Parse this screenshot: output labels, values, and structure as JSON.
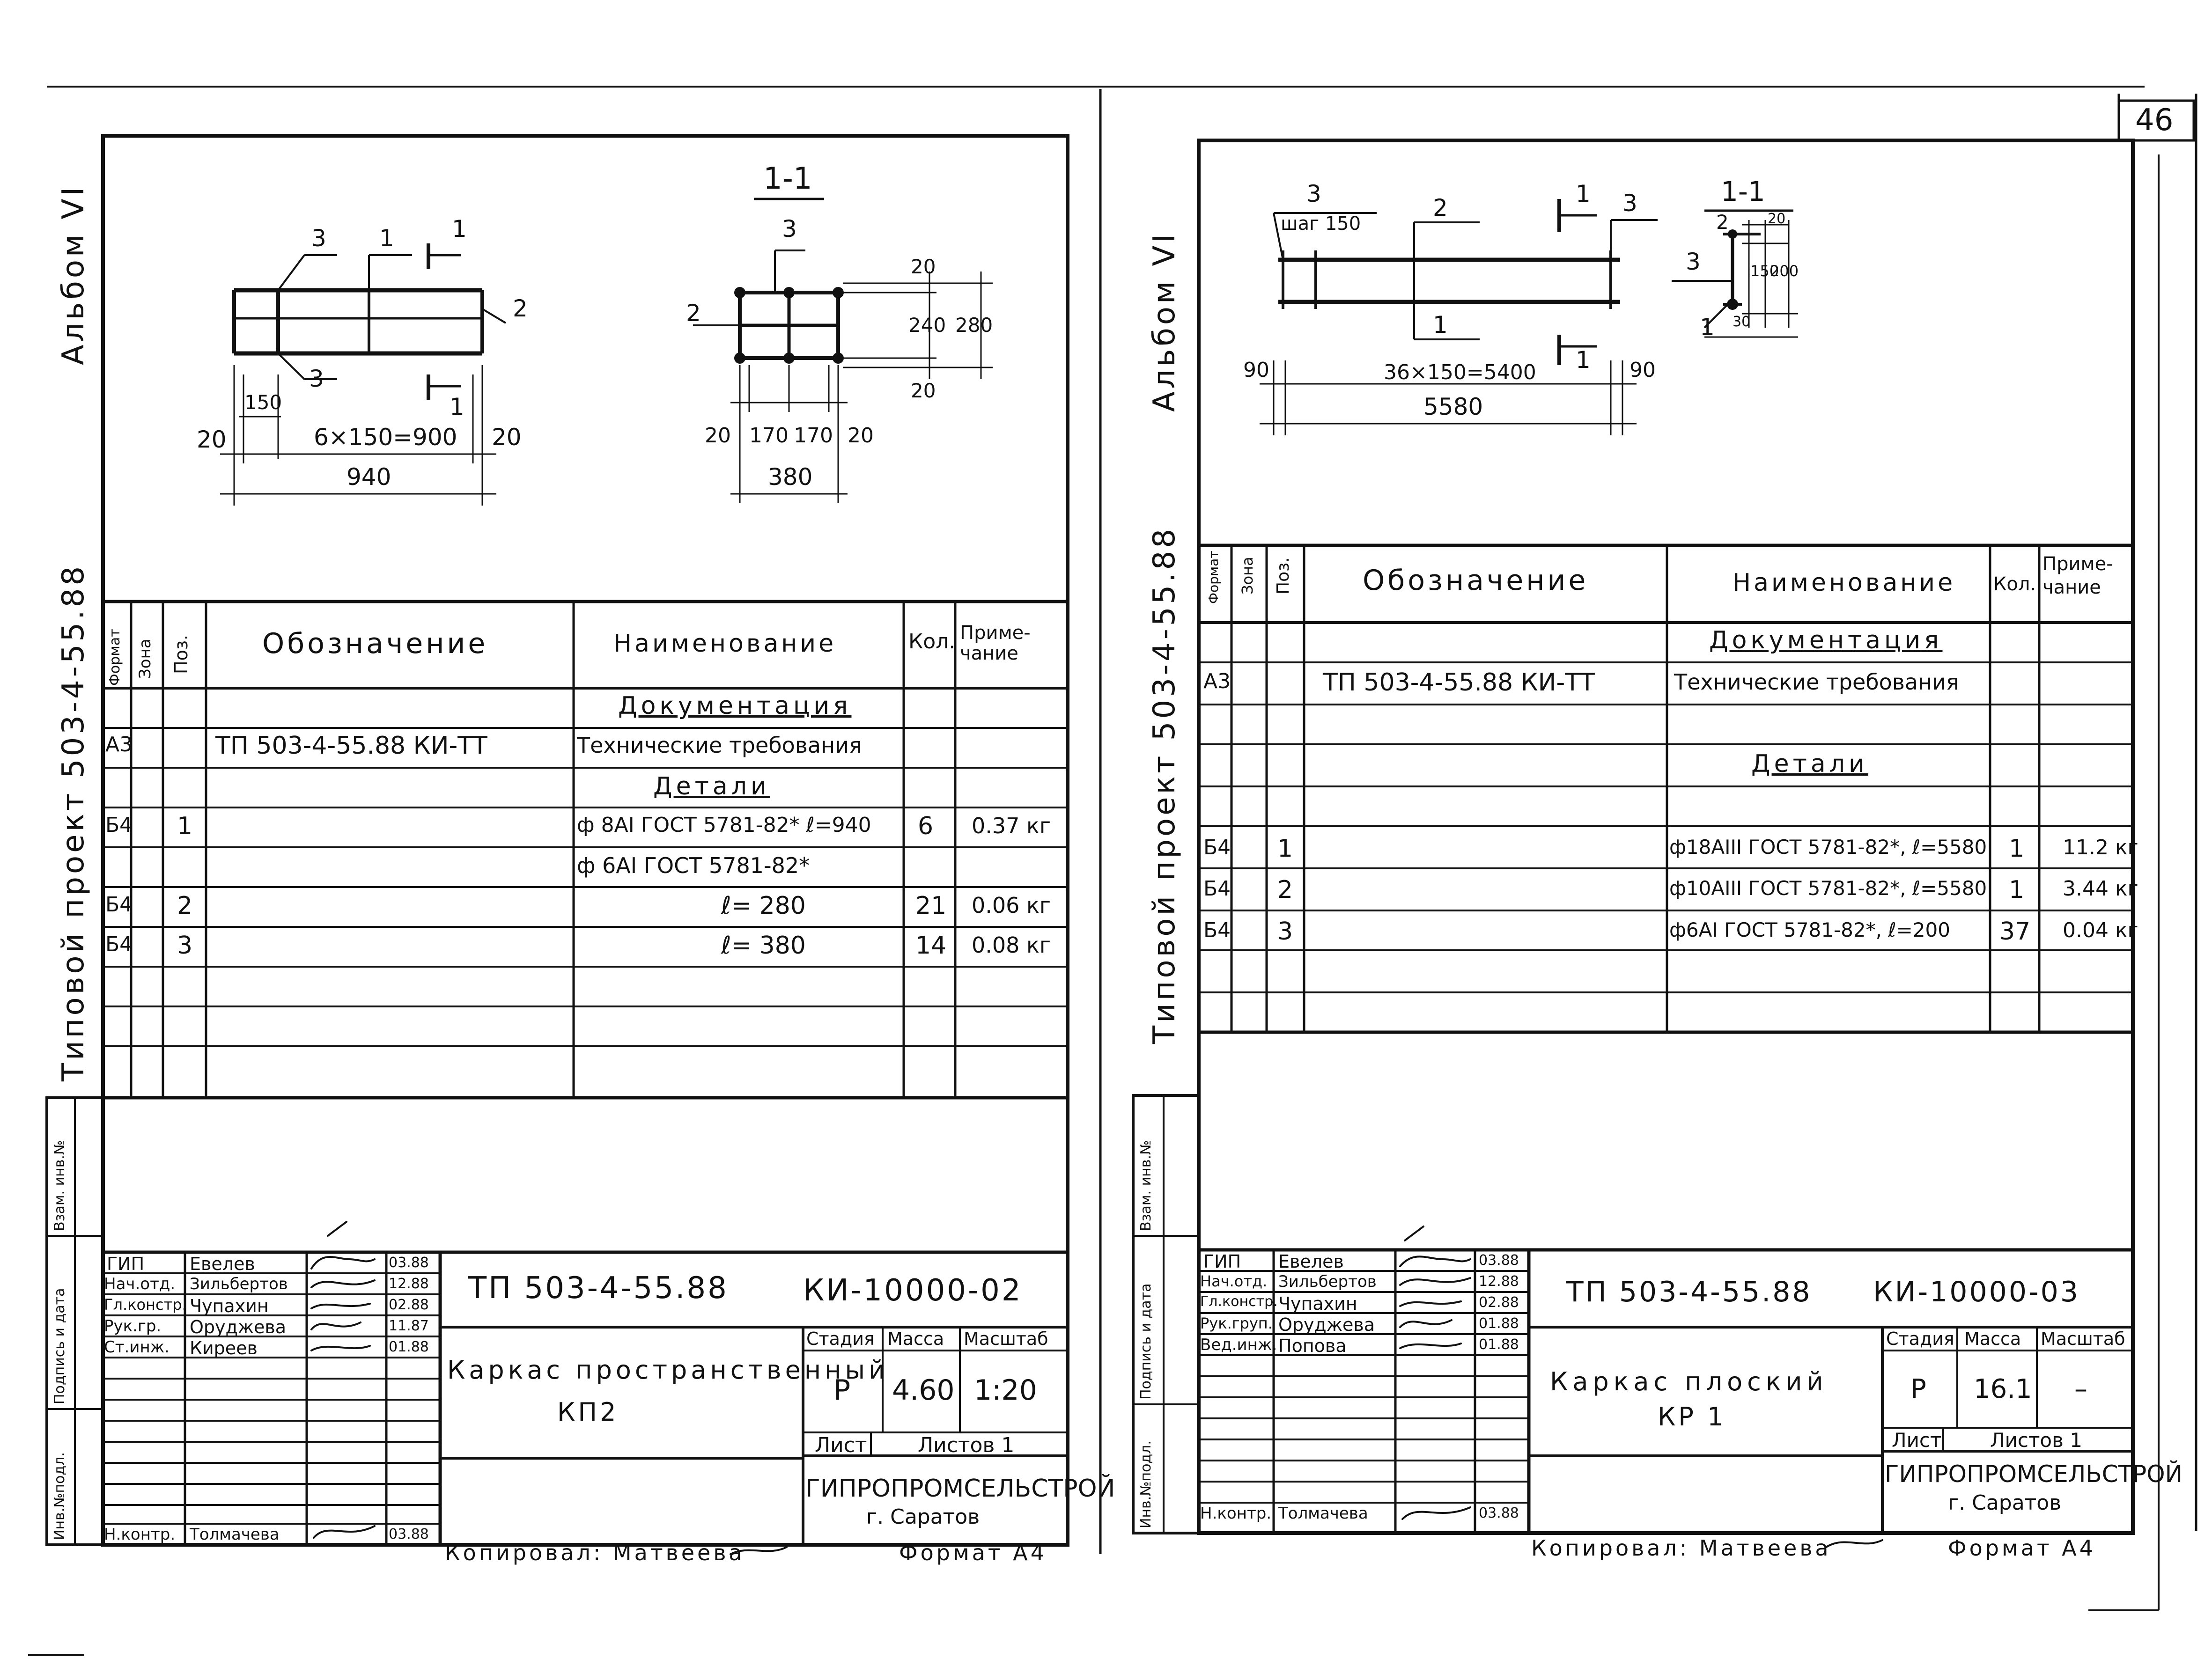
{
  "page_number": "46",
  "left_sheet": {
    "album_label": "Альбом VI",
    "project_label": "Типовой проект 503-4-55.88",
    "drawing": {
      "main_labels": [
        "3",
        "1",
        "1",
        "2",
        "3",
        "1"
      ],
      "dims": [
        "150",
        "20",
        "6×150=900",
        "20",
        "940"
      ],
      "section_title": "1-1",
      "section_labels": [
        "3",
        "2"
      ],
      "section_dims": [
        "20",
        "170",
        "170",
        "20",
        "380",
        "20",
        "240",
        "280",
        "20"
      ]
    },
    "spec": {
      "headers": {
        "format": "Формат",
        "zone": "Зона",
        "pos": "Поз.",
        "designation": "Обозначение",
        "name": "Наименование",
        "qty": "Кол.",
        "note": "Приме-чание"
      },
      "rows": [
        {
          "format": "",
          "pos": "",
          "designation": "",
          "name": "Документация",
          "qty": "",
          "note": "",
          "heading": true
        },
        {
          "format": "А3",
          "pos": "",
          "designation": "ТП 503-4-55.88  КИ-ТТ",
          "name": "Технические требования",
          "qty": "",
          "note": ""
        },
        {
          "format": "",
          "pos": "",
          "designation": "",
          "name": "Детали",
          "qty": "",
          "note": "",
          "heading": true
        },
        {
          "format": "Б4",
          "pos": "1",
          "designation": "",
          "name": "ф 8AI ГОСТ 5781-82* ℓ=940",
          "qty": "6",
          "note": "0.37 кг"
        },
        {
          "format": "",
          "pos": "",
          "designation": "",
          "name": "ф 6AI ГОСТ 5781-82*",
          "qty": "",
          "note": ""
        },
        {
          "format": "Б4",
          "pos": "2",
          "designation": "",
          "name": "ℓ= 280",
          "qty": "21",
          "note": "0.06 кг",
          "right": true
        },
        {
          "format": "Б4",
          "pos": "3",
          "designation": "",
          "name": "ℓ= 380",
          "qty": "14",
          "note": "0.08 кг",
          "right": true
        },
        {
          "format": "",
          "pos": "",
          "designation": "",
          "name": "",
          "qty": "",
          "note": ""
        },
        {
          "format": "",
          "pos": "",
          "designation": "",
          "name": "",
          "qty": "",
          "note": ""
        },
        {
          "format": "",
          "pos": "",
          "designation": "",
          "name": "",
          "qty": "",
          "note": ""
        }
      ]
    },
    "side_stamp": [
      "Инв.№подл.",
      "Подпись и дата",
      "Взам. инв.№"
    ],
    "title_block": {
      "doc_code": "ТП 503-4-55.88",
      "sheet_code": "КИ-10000-02",
      "staff": [
        {
          "role": "ГИП",
          "name": "Евелев",
          "date": "03.88"
        },
        {
          "role": "Нач.отд.",
          "name": "Зильбертов",
          "date": "12.88"
        },
        {
          "role": "Гл.констр.",
          "name": "Чупахин",
          "date": "02.88"
        },
        {
          "role": "Рук.гр.",
          "name": "Оруджева",
          "date": "11.87"
        },
        {
          "role": "Ст.инж.",
          "name": "Киреев",
          "date": "01.88"
        }
      ],
      "control": {
        "role": "Н.контр.",
        "name": "Толмачева",
        "date": "03.88"
      },
      "title_line1": "Каркас пространственный",
      "title_line2": "КП2",
      "stage_label": "Стадия",
      "mass_label": "Масса",
      "scale_label": "Масштаб",
      "stage": "Р",
      "mass": "4.60",
      "scale": "1:20",
      "sheet_label": "Лист",
      "sheets_label": "Листов 1",
      "org": "ГИПРОПРОМСЕЛЬСТРОЙ",
      "city": "г. Саратов"
    },
    "copied": "Копировал: Матвеева",
    "format": "Формат А4"
  },
  "right_sheet": {
    "album_label": "Альбом VI",
    "project_label": "Типовой проект 503-4-55.88",
    "drawing": {
      "main_labels": [
        "3",
        "шаг 150",
        "2",
        "1",
        "3",
        "1",
        "1"
      ],
      "dims": [
        "90",
        "36×150=5400",
        "90",
        "5580"
      ],
      "section_title": "1-1",
      "section_labels": [
        "2",
        "3",
        "1"
      ],
      "section_dims": [
        "20",
        "150",
        "200",
        "30"
      ]
    },
    "spec": {
      "headers": {
        "format": "Формат",
        "zone": "Зона",
        "pos": "Поз.",
        "designation": "Обозначение",
        "name": "Наименование",
        "qty": "Кол.",
        "note": "Приме-чание"
      },
      "rows": [
        {
          "format": "",
          "pos": "",
          "designation": "",
          "name": "Документация",
          "qty": "",
          "note": "",
          "heading": true
        },
        {
          "format": "А3",
          "pos": "",
          "designation": "ТП 503-4-55.88 КИ-ТТ",
          "name": "Технические требования",
          "qty": "",
          "note": ""
        },
        {
          "format": "",
          "pos": "",
          "designation": "",
          "name": "",
          "qty": "",
          "note": ""
        },
        {
          "format": "",
          "pos": "",
          "designation": "",
          "name": "Детали",
          "qty": "",
          "note": "",
          "heading": true
        },
        {
          "format": "",
          "pos": "",
          "designation": "",
          "name": "",
          "qty": "",
          "note": ""
        },
        {
          "format": "Б4",
          "pos": "1",
          "designation": "",
          "name": "ф18AIII ГОСТ 5781-82*, ℓ=5580",
          "qty": "1",
          "note": "11.2 кг"
        },
        {
          "format": "Б4",
          "pos": "2",
          "designation": "",
          "name": "ф10AIII ГОСТ 5781-82*, ℓ=5580",
          "qty": "1",
          "note": "3.44 кг"
        },
        {
          "format": "Б4",
          "pos": "3",
          "designation": "",
          "name": "ф6AI ГОСТ 5781-82*, ℓ=200",
          "qty": "37",
          "note": "0.04 кг"
        },
        {
          "format": "",
          "pos": "",
          "designation": "",
          "name": "",
          "qty": "",
          "note": ""
        },
        {
          "format": "",
          "pos": "",
          "designation": "",
          "name": "",
          "qty": "",
          "note": ""
        }
      ]
    },
    "side_stamp": [
      "Инв.№подл.",
      "Подпись и дата",
      "Взам. инв.№"
    ],
    "title_block": {
      "doc_code": "ТП 503-4-55.88",
      "sheet_code": "КИ-10000-03",
      "staff": [
        {
          "role": "ГИП",
          "name": "Евелев",
          "date": "03.88"
        },
        {
          "role": "Нач.отд.",
          "name": "Зильбертов",
          "date": "12.88"
        },
        {
          "role": "Гл.констр.",
          "name": "Чупахин",
          "date": "02.88"
        },
        {
          "role": "Рук.груп.",
          "name": "Оруджева",
          "date": "01.88"
        },
        {
          "role": "Вед.инж.",
          "name": "Попова",
          "date": "01.88"
        }
      ],
      "control": {
        "role": "Н.контр.",
        "name": "Толмачева",
        "date": "03.88"
      },
      "title_line1": "Каркас плоский",
      "title_line2": "КР 1",
      "stage_label": "Стадия",
      "mass_label": "Масса",
      "scale_label": "Масштаб",
      "stage": "Р",
      "mass": "16.1",
      "scale": "–",
      "sheet_label": "Лист",
      "sheets_label": "Листов 1",
      "org": "ГИПРОПРОМСЕЛЬСТРОЙ",
      "city": "г. Саратов"
    },
    "copied": "Копировал: Матвеева",
    "format": "Формат А4"
  }
}
